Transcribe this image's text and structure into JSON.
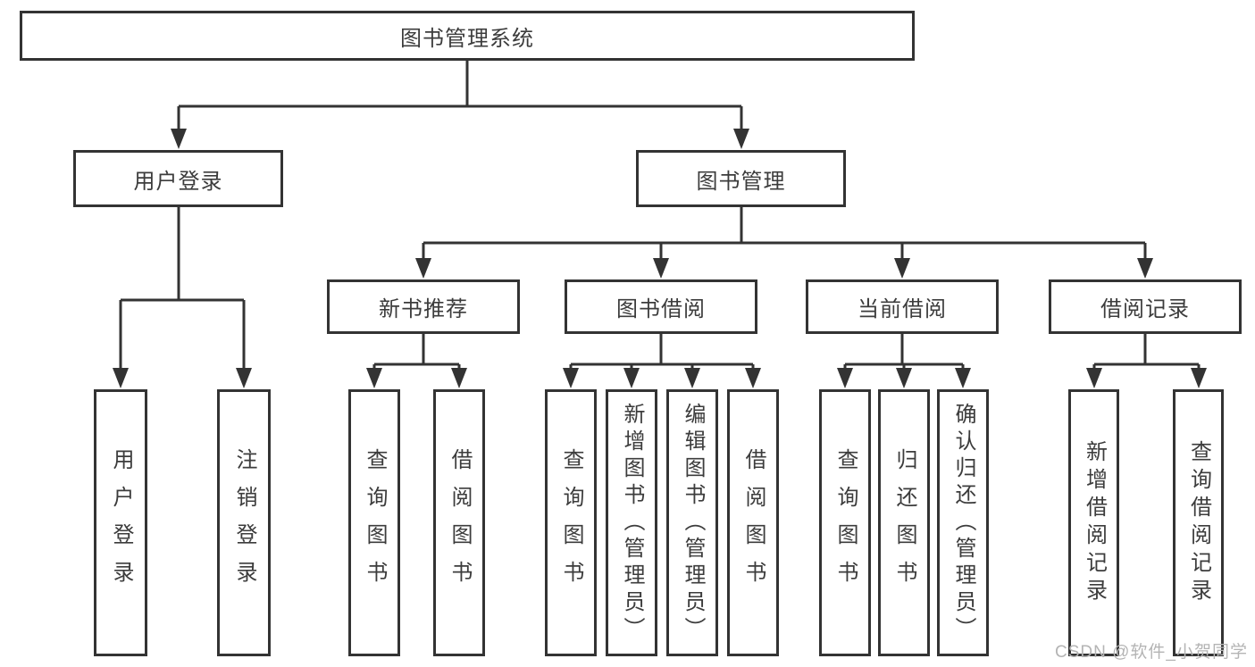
{
  "diagram": {
    "title": "图书管理系统",
    "nodes": {
      "root": {
        "label": "图书管理系统"
      },
      "userLogin": {
        "label": "用户登录"
      },
      "bookMgmt": {
        "label": "图书管理"
      },
      "newBookRec": {
        "label": "新书推荐"
      },
      "bookBorrow": {
        "label": "图书借阅"
      },
      "currentBorrow": {
        "label": "当前借阅"
      },
      "borrowRecords": {
        "label": "借阅记录"
      },
      "leafUserLogin": {
        "label": "用户登录"
      },
      "leafLogout": {
        "label": "注销登录"
      },
      "leafQueryBooks1": {
        "label": "查询图书"
      },
      "leafBorrowBooks1": {
        "label": "借阅图书"
      },
      "leafQueryBooks2": {
        "label": "查询图书"
      },
      "leafAddBook": {
        "label": "新增图书（管理员）"
      },
      "leafEditBook": {
        "label": "编辑图书（管理员）"
      },
      "leafBorrowBooks2": {
        "label": "借阅图书"
      },
      "leafQueryBooks3": {
        "label": "查询图书"
      },
      "leafReturnBook": {
        "label": "归还图书"
      },
      "leafConfirmReturn": {
        "label": "确认归还（管理员）"
      },
      "leafAddRecord": {
        "label": "新增借阅记录"
      },
      "leafQueryRecord": {
        "label": "查询借阅记录"
      }
    },
    "colors": {
      "border": "#333333",
      "line": "#333333",
      "text": "#3c3c3c",
      "background": "#ffffff",
      "watermark": "#b4b4b4"
    }
  },
  "watermark": {
    "text": "CSDN @软件_小贺同学"
  }
}
